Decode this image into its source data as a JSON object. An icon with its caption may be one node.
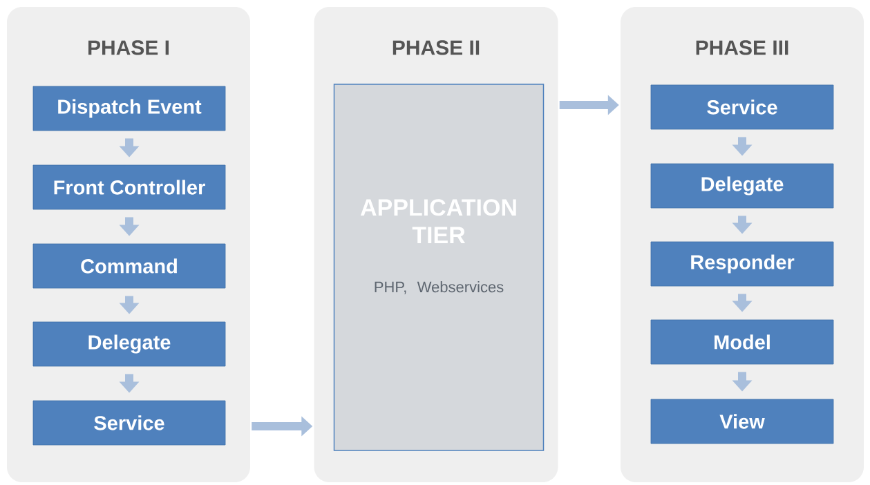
{
  "diagram": {
    "nodes": [
      {
        "text": [
          "PHASE I"
        ]
      },
      {
        "text": [
          "Dispatch Event"
        ],
        "in": 0
      },
      {
        "text": [
          "Front Controller"
        ],
        "in": 0
      },
      {
        "text": [
          "Command"
        ],
        "in": 0
      },
      {
        "text": [
          "Delegate"
        ],
        "in": 0
      },
      {
        "text": [
          "Service"
        ],
        "in": 0
      },
      {
        "text": [
          "PHASE II"
        ]
      },
      {
        "text": [
          "APPLICATION TIER",
          "PHP, Webservices"
        ],
        "in": 6
      },
      {
        "text": [
          "PHASE III"
        ]
      },
      {
        "text": [
          "Service"
        ],
        "in": 8
      },
      {
        "text": [
          "Delegate"
        ],
        "in": 8
      },
      {
        "text": [
          "Responder"
        ],
        "in": 8
      },
      {
        "text": [
          "Model"
        ],
        "in": 8
      },
      {
        "text": [
          "View"
        ],
        "in": 8
      }
    ],
    "edges": [
      {
        "from": 1,
        "to": 2,
        "arrow": "to"
      },
      {
        "from": 2,
        "to": 3,
        "arrow": "to"
      },
      {
        "from": 3,
        "to": 4,
        "arrow": "to"
      },
      {
        "from": 4,
        "to": 5,
        "arrow": "to"
      },
      {
        "from": 0,
        "to": 6,
        "arrow": "to"
      },
      {
        "from": 6,
        "to": 8,
        "arrow": "to"
      },
      {
        "from": 9,
        "to": 10,
        "arrow": "to"
      },
      {
        "from": 10,
        "to": 11,
        "arrow": "to"
      },
      {
        "from": 11,
        "to": 12,
        "arrow": "to"
      },
      {
        "from": 12,
        "to": 13,
        "arrow": "to"
      }
    ]
  }
}
